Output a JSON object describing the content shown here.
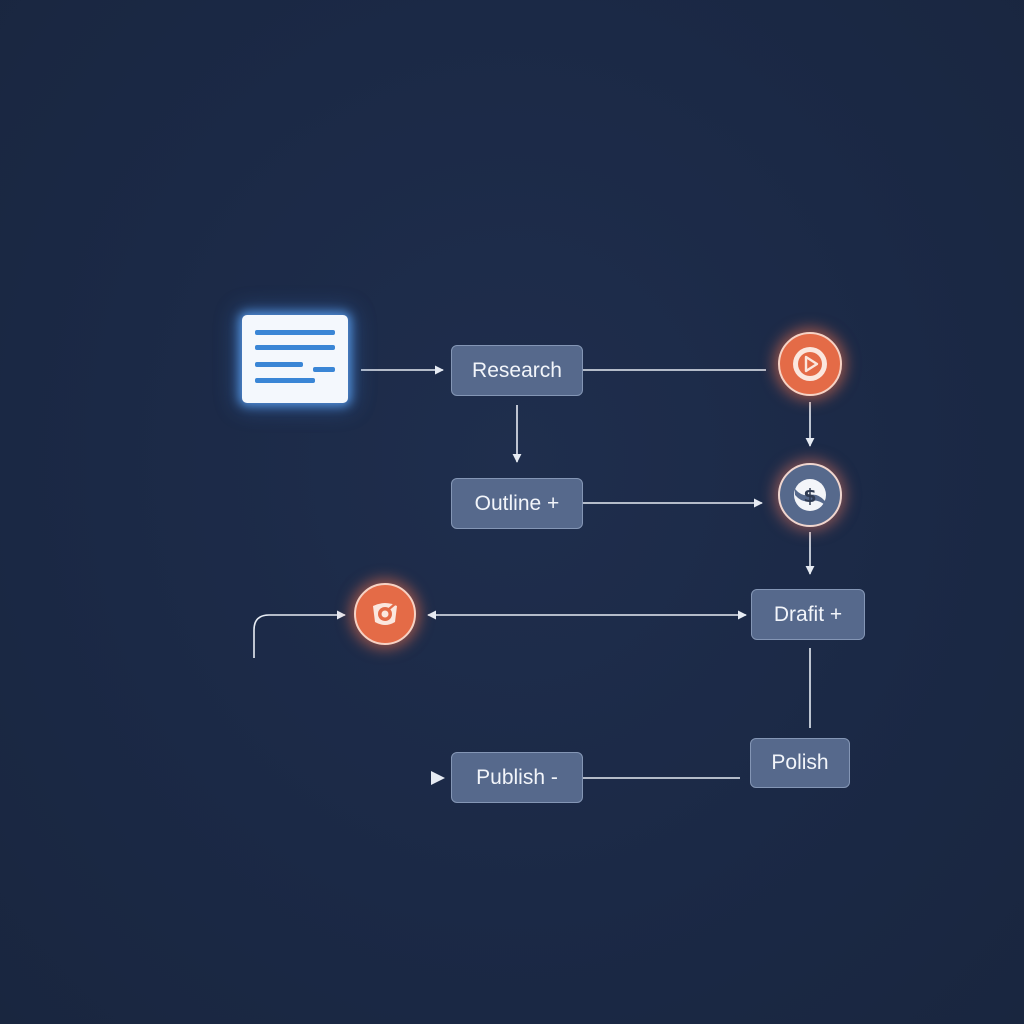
{
  "nodes": {
    "research": "Research",
    "outline": "Outline +",
    "draft": "Drafit +",
    "polish": "Polish",
    "publish": "Publish -"
  },
  "icons": {
    "document": "document-icon",
    "play": "play-icon",
    "dollar": "dollar-icon",
    "target": "target-icon"
  },
  "colors": {
    "background": "#1b2946",
    "node_fill": "#56698c",
    "node_border": "#8496b5",
    "accent_orange": "#e46b47",
    "accent_blue": "#3a86d6",
    "connector": "#e6ebf3"
  }
}
